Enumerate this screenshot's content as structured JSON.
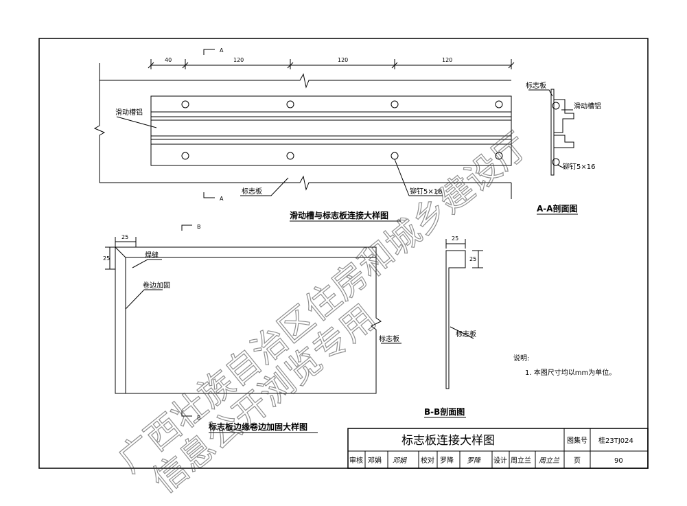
{
  "diagram": {
    "top_view": {
      "dimensions": [
        "40",
        "120",
        "120",
        "120"
      ],
      "section_mark": "A",
      "label_rail": "滑动槽铝",
      "label_plate": "标志板",
      "label_rivet": "铆钉5×16",
      "title": "滑动槽与标志板连接大样图"
    },
    "section_aa": {
      "label_plate": "标志板",
      "label_rail": "滑动槽铝",
      "label_rivet": "铆钉5×16",
      "title": "A-A剖面图"
    },
    "edge_view": {
      "dim_w": "25",
      "dim_h": "25",
      "section_mark": "B",
      "label_weld": "焊缝",
      "label_curl": "卷边加固",
      "label_plate": "标志板",
      "title": "标志板边缘卷边加固大样图"
    },
    "section_bb": {
      "dim_w": "25",
      "dim_h": "25",
      "label_plate": "标志板",
      "title": "B-B剖面图"
    },
    "notes": {
      "heading": "说明:",
      "line1": "1. 本图尺寸均以mm为单位。"
    }
  },
  "title_block": {
    "title": "标志板连接大样图",
    "atlas_label": "图集号",
    "atlas_no": "桂23TJ024",
    "review_label": "审核",
    "review_name": "邓娟",
    "review_sig": "邓娟",
    "check_label": "校对",
    "check_name": "罗降",
    "check_sig": "罗降",
    "design_label": "设计",
    "design_name": "周立兰",
    "design_sig": "周立兰",
    "page_label": "页",
    "page_no": "90"
  },
  "watermark": {
    "line1": "广西壮族自治区住房和城乡建设厅",
    "line2": "信息公开浏览专用"
  }
}
